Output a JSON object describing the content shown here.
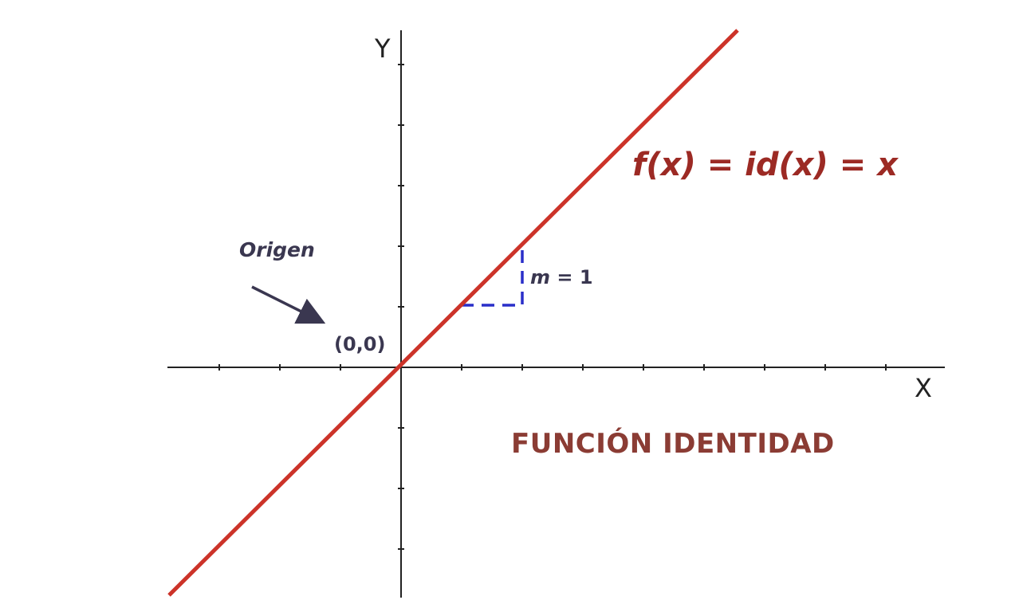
{
  "axes": {
    "x_label": "X",
    "y_label": "Y"
  },
  "function_label": "f(x) = id(x) = x",
  "origin": {
    "label": "Origen",
    "coords": "(0,0)"
  },
  "slope": {
    "variable": "m",
    "value_text": " = 1"
  },
  "title": "FUNCIÓN IDENTIDAD",
  "colors": {
    "line": "#cc3329",
    "function_label": "#9c2a24",
    "title": "#8b3c34",
    "axis": "#222222",
    "annotation": "#3a3750",
    "slope_guide": "#2a2fc9"
  }
}
